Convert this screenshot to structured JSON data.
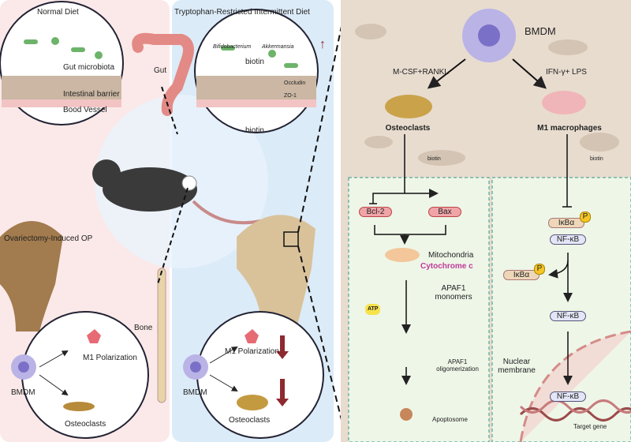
{
  "left_panel": {
    "title": "Normal Diet",
    "gut_labels": [
      "Gut microbiota",
      "Intestinal barrier",
      "Bood Vessel"
    ],
    "op_label": "Ovariectomy-Induced OP",
    "cell_labels": {
      "bmdm": "BMDM",
      "m1": "M1 Polarization",
      "osteoclasts": "Osteoclasts"
    }
  },
  "middle_panel": {
    "title": "Tryptophan-Restricted Intermittent Diet",
    "gut_label": "Gut",
    "bone_label": "Bone",
    "bacteria": [
      "Bifidobacterium",
      "Akkermansia"
    ],
    "barrier_labels": [
      "Occludin",
      "ZO-1"
    ],
    "biotin_label": "biotin",
    "cell_labels": {
      "bmdm": "BMDM",
      "m1": "M1 Polarization",
      "osteoclasts": "Osteoclasts"
    }
  },
  "right_panel": {
    "bmdm": "BMDM",
    "stimuli": [
      "M-CSF+RANKL",
      "IFN-γ+ LPS"
    ],
    "osteoclasts": "Osteoclasts",
    "m1": "M1 macrophages",
    "biotin": "biotin",
    "apoptosis": {
      "bcl2": "Bcl-2",
      "bax": "Bax",
      "mito": "Mitochondria",
      "cytc": "Cytochrome c",
      "atp": "ATP",
      "apaf_mono": [
        "APAF1",
        "monomers"
      ],
      "apaf_olig": [
        "APAF1",
        "oligomerization"
      ],
      "apoptosome": "Apoptosome"
    },
    "nfkb": {
      "ikba": "IκBα",
      "p": "P",
      "nfkb": "NF-κB",
      "nuclear": [
        "Nuclear",
        "membrane"
      ],
      "target": "Target gene"
    }
  },
  "colors": {
    "pink_bg": "#fbe9e9",
    "blue_bg": "#dcebf8",
    "green_bg": "#eef6e8",
    "beige_bg": "#e8dccf",
    "accent_magenta": "#c0399a",
    "red_arrow": "#8e2a2f"
  }
}
